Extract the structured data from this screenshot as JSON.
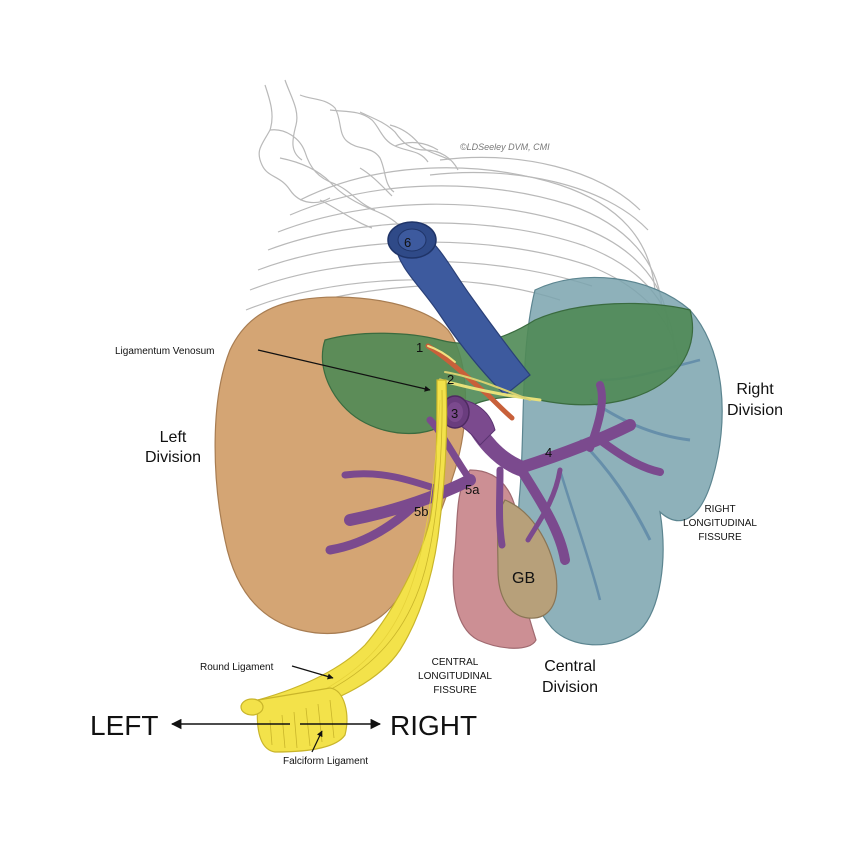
{
  "labels": {
    "ligamentum_venosum": "Ligamentum Venosum",
    "left_division": [
      "Left",
      "Division"
    ],
    "right_division": [
      "Right",
      "Division"
    ],
    "right_longitudinal_fissure": [
      "RIGHT",
      "LONGITUDINAL",
      "FISSURE"
    ],
    "central_longitudinal_fissure": [
      "CENTRAL",
      "LONGITUDINAL",
      "FISSURE"
    ],
    "central_division": [
      "Central",
      "Division"
    ],
    "round_ligament": "Round Ligament",
    "falciform_ligament": "Falciform Ligament",
    "gallbladder": "GB",
    "left_direction": "LEFT",
    "right_direction": "RIGHT"
  },
  "numbers": {
    "n1": "1",
    "n2": "2",
    "n3": "3",
    "n4": "4",
    "n5a": "5a",
    "n5b": "5b",
    "n6": "6"
  },
  "signature": "©LDSeeley DVM, CMI",
  "colors": {
    "left_lobe": "#d4a574",
    "central_lobe": "#cc8f94",
    "right_lobe": "#7aa3ae",
    "caudate_lobe": "#4f8a55",
    "gallbladder": "#b7a07a",
    "portal_vein": "#7b4a8e",
    "caudal_vena_cava": "#3d5a9e",
    "ligament": "#f3e24a",
    "artery": "#c8603a",
    "skeleton_line": "#b9b9b9"
  }
}
